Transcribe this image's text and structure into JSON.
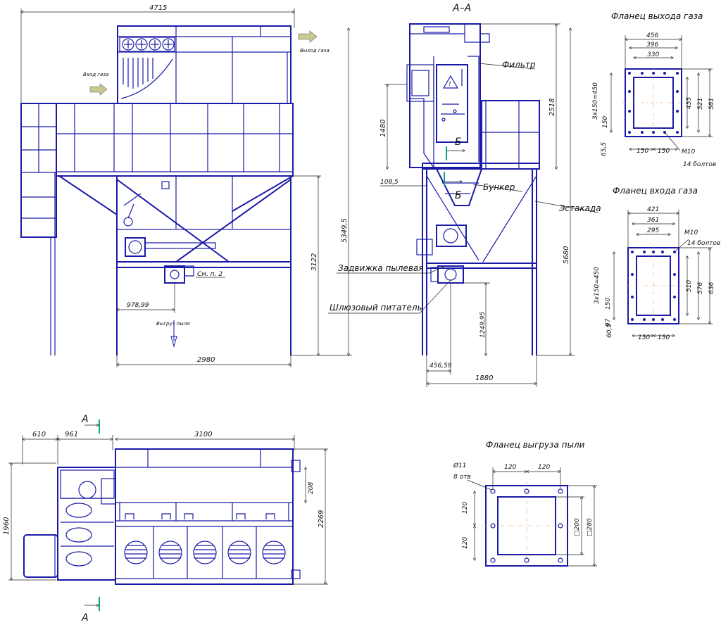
{
  "front_view": {
    "dim_total_width": "4715",
    "label_gas_outlet": "Выход газа",
    "label_gas_inlet": "Вход газа",
    "dim_height_total": "5349,5",
    "dim_height_platform": "3122",
    "dim_offset": "978,99",
    "dim_support_span": "2980",
    "note_see": "См. п. 2",
    "label_dust_unload": "Выгруз пыли"
  },
  "section_aa": {
    "title": "А–А",
    "label_filter": "Фильтр",
    "label_hopper": "Бункер",
    "label_trestle": "Эстакада",
    "label_dust_gate": "Задвижка пылевая",
    "label_airlock": "Шлюзовый питатель",
    "section_mark": "Б",
    "dim_1480": "1480",
    "dim_2518": "2518",
    "dim_108": "108,5",
    "dim_5680": "5680",
    "dim_1249": "1249,95",
    "dim_456": "456,59",
    "dim_1880": "1880"
  },
  "flange_out": {
    "title": "Фланец выхода газа",
    "dims_top": [
      "456",
      "396",
      "330"
    ],
    "dims_right": [
      "455",
      "521",
      "581"
    ],
    "dim_left_pattern": "3х150=450",
    "dim_left_a": "150",
    "dim_left_b": "65,5",
    "dims_bottom": [
      "150",
      "150"
    ],
    "bolt": "М10",
    "bolt_count": "14 болтов"
  },
  "flange_in": {
    "title": "Фланец входа газа",
    "dims_top": [
      "421",
      "361",
      "295"
    ],
    "bolt": "М10",
    "bolt_count": "14 болтов",
    "dims_right": [
      "510",
      "576",
      "636"
    ],
    "dim_left_pattern": "3х150=450",
    "dim_left_a": "150",
    "dim_left_b": "97",
    "dim_left_c": "60,5",
    "dims_bottom": [
      "150",
      "150"
    ]
  },
  "flange_dust": {
    "title": "Фланец выгруза пыли",
    "hole": "Ø11",
    "hole_count": "8 отв",
    "dims_top": [
      "120",
      "120"
    ],
    "dims_left": [
      "120",
      "120"
    ],
    "dims_right": [
      "□200",
      "□280"
    ]
  },
  "plan_view": {
    "section_mark": "А",
    "dim_610": "610",
    "dim_961": "961",
    "dim_3100": "3100",
    "dim_1960": "1960",
    "dim_208": "208",
    "dim_2269": "2269"
  }
}
